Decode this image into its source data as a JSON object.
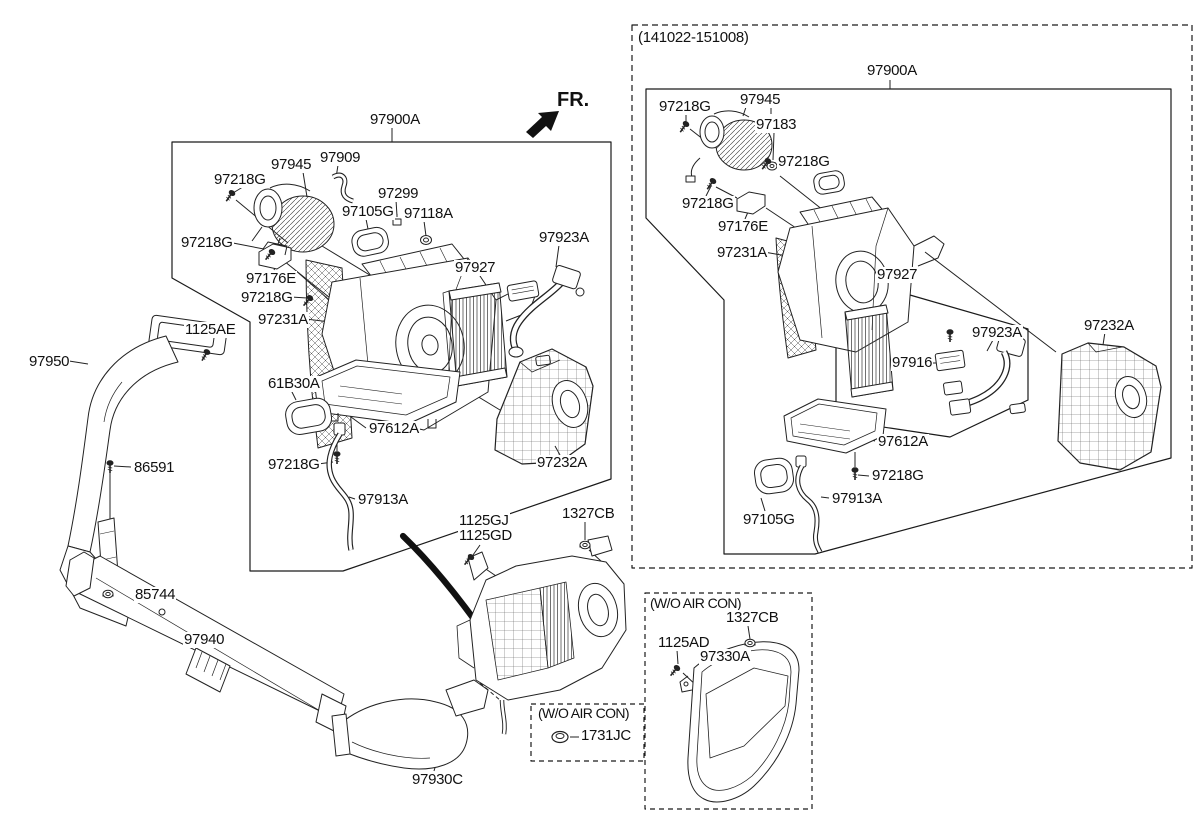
{
  "captions": {
    "fr": "FR.",
    "date_range": "(141022-151008)",
    "wo_air_con": "(W/O AIR CON)"
  },
  "parts": {
    "97900A": "97900A",
    "97945": "97945",
    "97909": "97909",
    "97218G": "97218G",
    "97299": "97299",
    "97105G": "97105G",
    "97118A": "97118A",
    "97923A": "97923A",
    "97927": "97927",
    "97176E": "97176E",
    "97231A": "97231A",
    "1125AE": "1125AE",
    "97950": "97950",
    "61B30A": "61B30A",
    "97612A": "97612A",
    "86591": "86591",
    "97232A": "97232A",
    "97913A": "97913A",
    "85744": "85744",
    "1125GJ": "1125GJ",
    "1125GD": "1125GD",
    "1327CB": "1327CB",
    "97940": "97940",
    "97930C": "97930C",
    "1731JC": "1731JC",
    "97183": "97183",
    "97916": "97916",
    "1125AD": "1125AD",
    "97330A": "97330A"
  },
  "colors": {
    "line": "#1a1a1a",
    "background": "#ffffff"
  }
}
